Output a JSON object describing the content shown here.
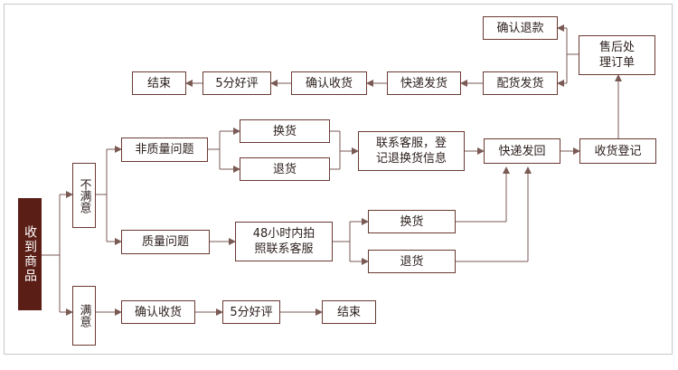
{
  "nodes": {
    "receive_goods": "收到商品",
    "unsatisfied": "不满意",
    "satisfied": "满意",
    "non_quality_issue": "非质量问题",
    "quality_issue": "质量问题",
    "exchange_1": "换货",
    "return_1": "退货",
    "contact_service_1": "联系客服，登",
    "contact_service_2": "记退换货信息",
    "contact_48h_1": "48小时内拍",
    "contact_48h_2": "照联系客服",
    "exchange_2": "换货",
    "return_2": "退货",
    "express_return": "快递发回",
    "receipt_register": "收货登记",
    "after_sale_1": "售后处",
    "after_sale_2": "理订单",
    "confirm_refund": "确认退款",
    "ship_goods": "配货发货",
    "express_ship": "快递发货",
    "confirm_receipt_top": "确认收货",
    "rating_top": "5分好评",
    "end_top": "结束",
    "confirm_receipt_bottom": "确认收货",
    "rating_bottom": "5分好评",
    "end_bottom": "结束"
  },
  "colors": {
    "line": "#7a5a55",
    "border": "#6b3a33",
    "dark_fill": "#5a1e16"
  }
}
